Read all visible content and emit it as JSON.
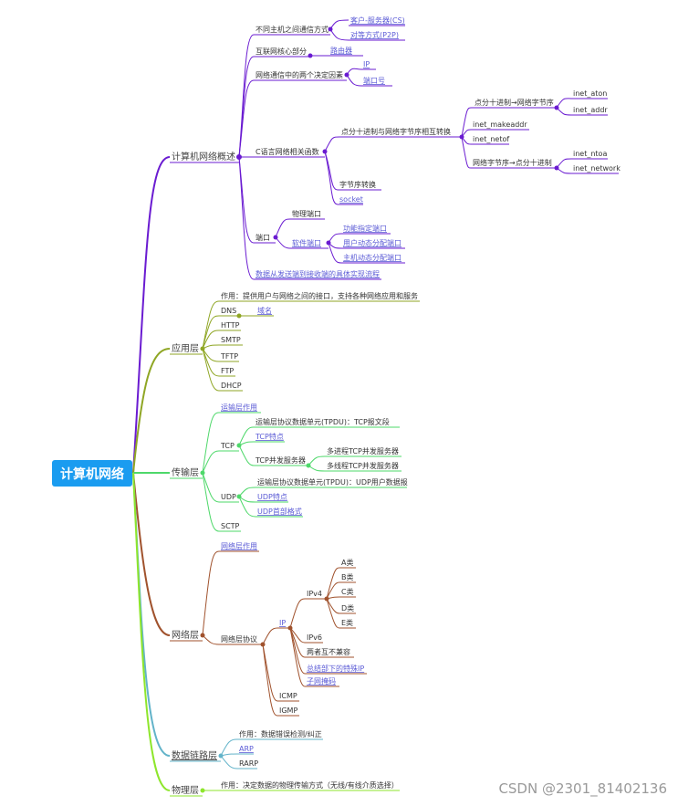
{
  "root": {
    "label": "计算机网络"
  },
  "watermark": "CSDN @2301_81402136",
  "colors": {
    "root_bg": "#1a9cf0",
    "overview": "#6a1bd1",
    "app": "#8fa624",
    "transport": "#4ed86a",
    "network": "#a0522d",
    "link": "#62b3c9",
    "physical": "#8ee62c"
  },
  "overview": {
    "label": "计算机网络概述",
    "comm": {
      "label": "不同主机之间通信方式",
      "cs": "客户-服务器(CS)",
      "p2p": "对等方式(P2P)"
    },
    "core": {
      "label": "互联网核心部分",
      "router": "路由器"
    },
    "factors": {
      "label": "网络通信中的两个决定因素",
      "ip": "IP",
      "port": "端口号"
    },
    "funcs": {
      "label": "C语言网络相关函数",
      "p2n": {
        "label": "点分十进制与网络字节序相互转换",
        "a": {
          "label": "点分十进制→网络字节序",
          "aton": "inet_aton",
          "addr": "inet_addr"
        },
        "makeaddr": "inet_makeaddr",
        "netof": "inet_netof",
        "b": {
          "label": "网络字节序→点分十进制",
          "ntoa": "inet_ntoa",
          "network": "inet_network"
        }
      },
      "byteorder": "字节序转换",
      "socket": "socket"
    },
    "port": {
      "label": "端口",
      "physical": "物理端口",
      "software": {
        "label": "软件端口",
        "c1": "功能指定端口",
        "c2": "用户动态分配端口",
        "c3": "主机动态分配端口"
      }
    },
    "flow": "数据从发送端到接收端的具体实现流程"
  },
  "app": {
    "label": "应用层",
    "role": "作用：提供用户与网络之间的接口，支持各种网络应用和服务",
    "dns": "DNS",
    "domain": "域名",
    "items": [
      "HTTP",
      "SMTP",
      "TFTP",
      "FTP",
      "DHCP"
    ]
  },
  "transport": {
    "label": "传输层",
    "role": "运输层作用",
    "tcp": {
      "label": "TCP",
      "pdu": "运输层协议数据单元(TPDU)：TCP报文段",
      "feat": "TCP特点",
      "server": "TCP并发服务器",
      "mp": "多进程TCP并发服务器",
      "mt": "多线程TCP并发服务器"
    },
    "udp": {
      "label": "UDP",
      "pdu": "运输层协议数据单元(TPDU)：UDP用户数据报",
      "feat": "UDP特点",
      "fmt": "UDP首部格式"
    },
    "sctp": "SCTP"
  },
  "network": {
    "label": "网络层",
    "role": "网络层作用",
    "proto": {
      "label": "网络层协议",
      "ip": {
        "label": "IP",
        "v4": {
          "label": "IPv4",
          "classes": [
            "A类",
            "B类",
            "C类",
            "D类",
            "E类"
          ]
        },
        "v6": "IPv6",
        "compat": "两者互不兼容",
        "special": "总结部下的特殊IP",
        "mask": "子网掩码"
      },
      "icmp": "ICMP",
      "igmp": "IGMP"
    }
  },
  "datalink": {
    "label": "数据链路层",
    "role": "作用：数据错误检测/纠正",
    "arp": "ARP",
    "rarp": "RARP"
  },
  "physical": {
    "label": "物理层",
    "role": "作用：决定数据的物理传输方式（无线/有线介质选择）"
  }
}
